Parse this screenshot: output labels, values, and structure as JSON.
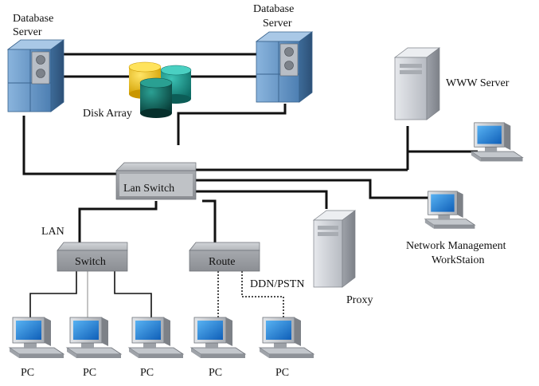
{
  "diagram": {
    "nodes": {
      "db_server_left": "Database Server",
      "db_server_right": "Database Server",
      "disk_array": "Disk Array",
      "www_server": "WWW Server",
      "lan_switch": "Lan Switch",
      "lan_label": "LAN",
      "switch": "Switch",
      "route": "Route",
      "ddn_pstn": "DDN/PSTN",
      "proxy": "Proxy",
      "network_mgmt": "Network Management WorkStaion",
      "pc": "PC"
    },
    "labels": {
      "db_left_line1": "Database",
      "db_left_line2": "Server",
      "db_right_line1": "Database",
      "db_right_line2": "Server",
      "nm_line1": "Network Management",
      "nm_line2": "WorkStaion",
      "pc1": "PC",
      "pc2": "PC",
      "pc3": "PC",
      "pc4": "PC",
      "pc5": "PC"
    },
    "colors": {
      "server_blue": "#5c8fc0",
      "server_gray": "#c9ccd1",
      "switch_gray": "#a9acb0",
      "monitor_screen": "#1f7fd6",
      "line": "#111111",
      "disk_yellow": "#f0c400",
      "disk_teal": "#1a8f86",
      "disk_dark": "#0f5a54"
    }
  }
}
